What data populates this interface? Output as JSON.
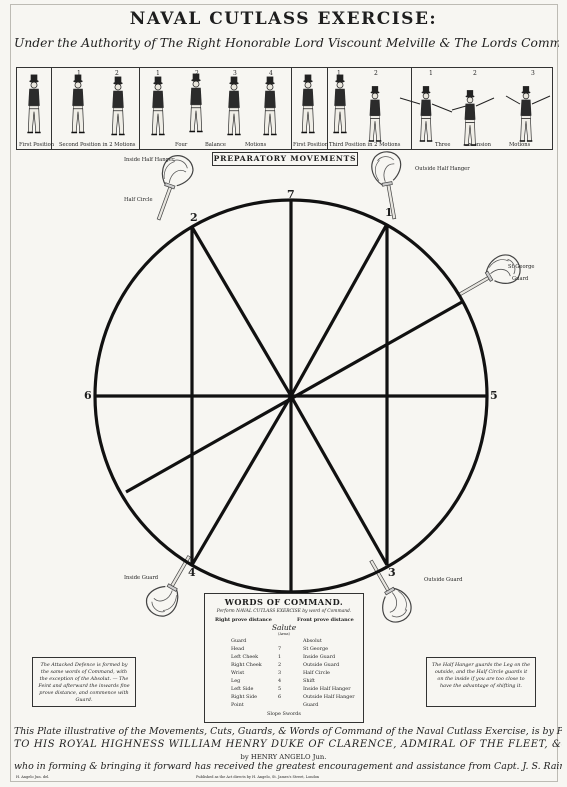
{
  "title": "NAVAL CUTLASS EXERCISE:",
  "subtitle": "Under the Authority of The Right Honorable Lord Viscount Melville & The Lords Commissioners of The Admiralty",
  "positions": {
    "first_position": "First Position",
    "second_position": "Second Position in 2 Motions",
    "balance": [
      "Four",
      "Balance",
      "Motions"
    ],
    "first_position_b": "First Position",
    "third_position": "Third Position in 2 Motions",
    "extension": [
      "Three",
      "Extension",
      "Motions"
    ],
    "numbers": [
      "1",
      "2",
      "1",
      "2",
      "3",
      "4",
      "1",
      "2",
      "1",
      "2",
      "3"
    ]
  },
  "preparatory": "PREPARATORY MOVEMENTS",
  "guards": {
    "inside_half_hanger": "Inside Half Hanger",
    "outside_half_hanger": "Outside Half Hanger",
    "half_circle": "Half Circle",
    "st_george": "St George",
    "guard": "Guard",
    "inside_guard": "Inside Guard",
    "outside_guard": "Outside Guard"
  },
  "cut_numbers": {
    "n7": "7",
    "n2": "2",
    "n1": "1",
    "n6": "6",
    "n5": "5",
    "n4": "4",
    "n3": "3"
  },
  "words_of_command": {
    "title": "WORDS OF COMMAND.",
    "subtitle": "Perform NAVAL CUTLASS EXERCISE by word of Command.",
    "right_distance": "Right prove distance",
    "front_distance": "Front prove distance",
    "salute": "Salute",
    "salute_sub": "(Arms)",
    "rows": [
      {
        "left": "Guard",
        "num": "",
        "right": "Absolut"
      },
      {
        "left": "Head",
        "num": "7",
        "right": "St George"
      },
      {
        "left": "Left Cheek",
        "num": "1",
        "right": "Inside Guard"
      },
      {
        "left": "Right Cheek",
        "num": "2",
        "right": "Outside Guard"
      },
      {
        "left": "Wrist",
        "num": "3",
        "right": "Half Circle"
      },
      {
        "left": "Leg",
        "num": "4",
        "right": "Shift"
      },
      {
        "left": "Left Side",
        "num": "5",
        "right": "Inside Half Hanger"
      },
      {
        "left": "Right Side",
        "num": "6",
        "right": "Outside Half Hanger"
      },
      {
        "left": "Point",
        "num": "",
        "right": "Guard"
      }
    ],
    "slope": "Slope Swords"
  },
  "note_left": "The Attacked Defence is formed by the same words of Command, with the exception of the Absolut. — The Feint and afterward the inwards fine prove distance, and commence with Guard.",
  "note_right": "The Half Hanger guards the Leg on the outside, and the Half Circle guards it on the inside if you are too close to have the advantage of shifting it.",
  "dedication": {
    "line1": "This Plate illustrative of the Movements, Cuts, Guards, & Words of Command of the Naval Cutlass Exercise, is by Permission Inscribed with the most profound Respect",
    "line2": "TO HIS ROYAL HIGHNESS WILLIAM HENRY DUKE OF CLARENCE, ADMIRAL OF THE FLEET, &c. &c. &c.",
    "line3": "by HENRY ANGELO Jun.",
    "line4": "who in forming & bringing it forward has received the greatest encouragement and assistance from Capt. J. S. Rainier of His Majesty's Ship Norge"
  },
  "imprint_left": "H. Angelo Jun. del.",
  "imprint_center": "Published as the Act directs by H. Angelo, St. James's Street, London"
}
